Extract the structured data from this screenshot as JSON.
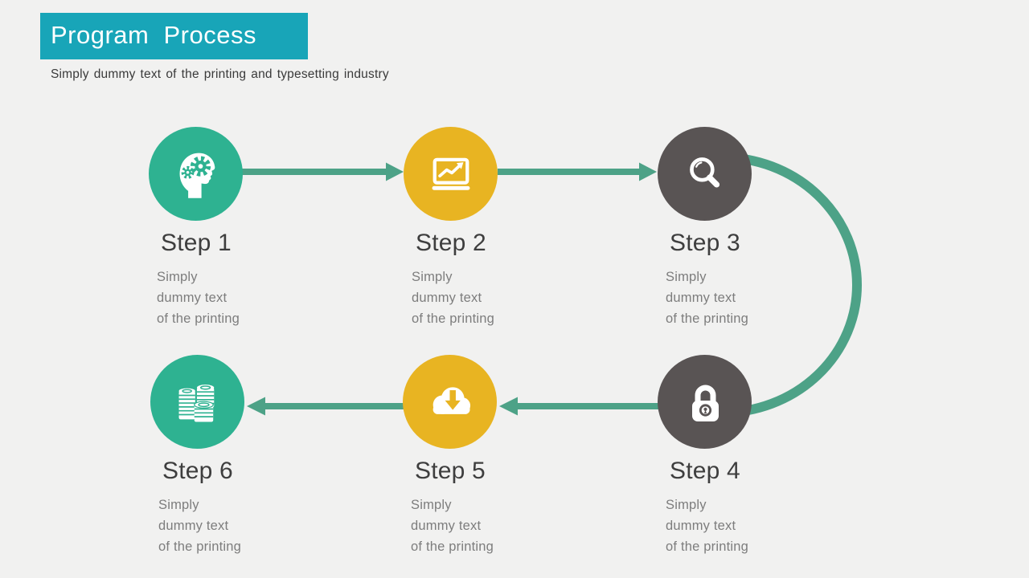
{
  "slide": {
    "title": "Program Process",
    "subtitle": "Simply dummy text of the printing and typesetting industry"
  },
  "steps": [
    {
      "label": "Step 1",
      "icon": "head-gears-icon",
      "color": "#2EB291",
      "lines": [
        "Simply",
        "dummy text",
        "of the printing"
      ]
    },
    {
      "label": "Step 2",
      "icon": "laptop-chart-icon",
      "color": "#E8B422",
      "lines": [
        "Simply",
        "dummy text",
        "of the printing"
      ]
    },
    {
      "label": "Step 3",
      "icon": "magnifier-icon",
      "color": "#595454",
      "lines": [
        "Simply",
        "dummy text",
        "of the printing"
      ]
    },
    {
      "label": "Step 4",
      "icon": "padlock-icon",
      "color": "#595454",
      "lines": [
        "Simply",
        "dummy text",
        "of the printing"
      ]
    },
    {
      "label": "Step 5",
      "icon": "cloud-download-icon",
      "color": "#E8B422",
      "lines": [
        "Simply",
        "dummy text",
        "of the printing"
      ]
    },
    {
      "label": "Step 6",
      "icon": "coins-icon",
      "color": "#2EB291",
      "lines": [
        "Simply",
        "dummy text",
        "of the printing"
      ]
    }
  ],
  "colors": {
    "background": "#F1F1F0",
    "title_bar": "#18A5B8",
    "title_text": "#FFFFFF",
    "subtitle_text": "#3A3A3A",
    "step_label": "#3E3E3E",
    "step_description": "#7D7D7D",
    "circle_green": "#2EB291",
    "circle_yellow": "#E8B422",
    "circle_dark_gray": "#595454",
    "connector_green": "#4DA287"
  }
}
